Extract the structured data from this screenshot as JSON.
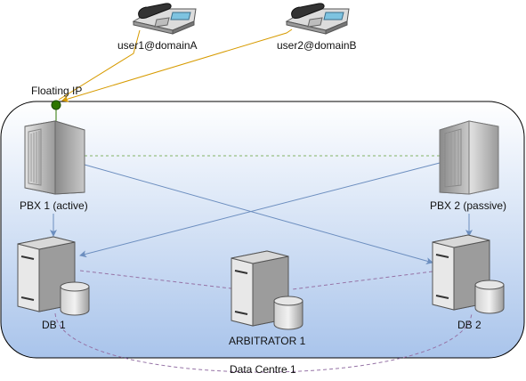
{
  "diagram": {
    "phones": [
      {
        "id": "user1",
        "label": "user1@domainA"
      },
      {
        "id": "user2",
        "label": "user2@domainB"
      }
    ],
    "floating_ip": {
      "label": "Floating IP"
    },
    "container": {
      "label": "Data Centre 1"
    },
    "nodes": {
      "pbx1": {
        "label": "PBX 1 (active)",
        "kind": "server-tower"
      },
      "pbx2": {
        "label": "PBX 2 (passive)",
        "kind": "server-tower"
      },
      "db1": {
        "label": "DB 1",
        "kind": "database-server"
      },
      "db2": {
        "label": "DB 2",
        "kind": "database-server"
      },
      "arbitrator": {
        "label": "ARBITRATOR 1",
        "kind": "database-server"
      }
    },
    "colors": {
      "phone_link": "#d79b00",
      "floating_ip_dot": "#2d7600",
      "data_link": "#6c8ebf",
      "heartbeat": "#82b366",
      "replication": "#9673a6",
      "container_top": "#ffffff",
      "container_bottom": "#a9c4eb"
    }
  }
}
